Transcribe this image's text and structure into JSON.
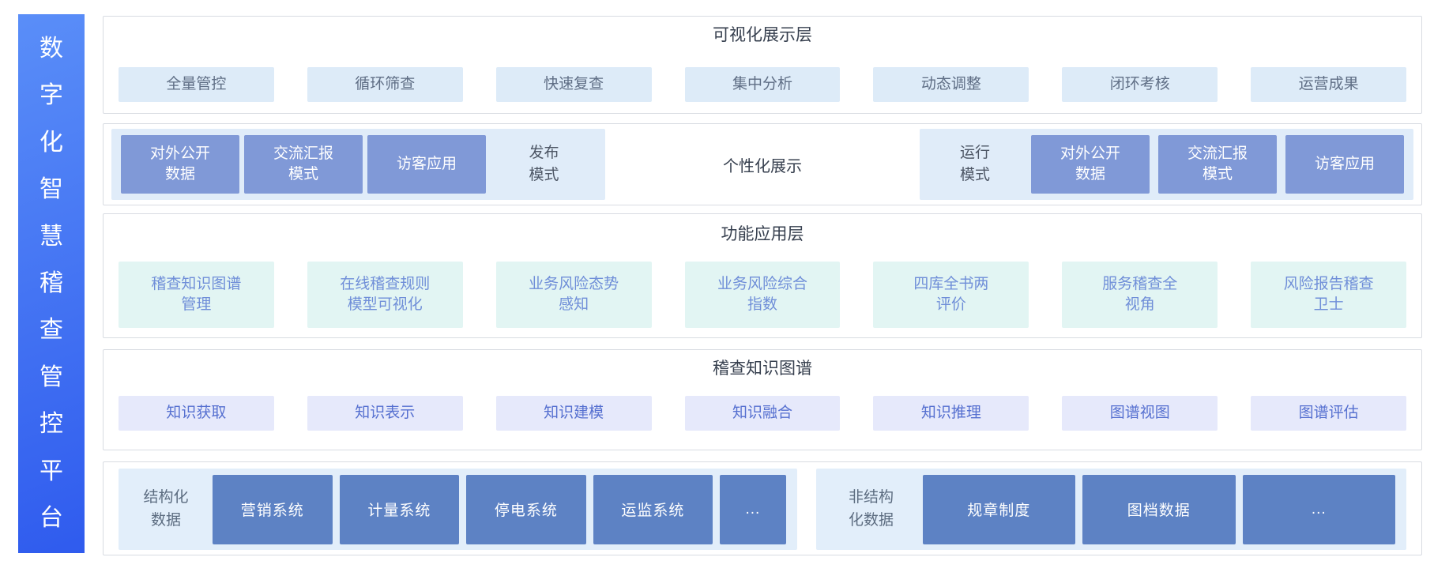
{
  "platform": {
    "title": "数字化智慧稽查管控平台"
  },
  "colors": {
    "sidebar_gradient_start": "#5a8ef8",
    "sidebar_gradient_end": "#2f5bee",
    "row_border": "#d8dce2",
    "chip_blue_bg": "#ddebf8",
    "chip_blue_text": "#5f6e85",
    "chip_mint_bg": "#e2f5f3",
    "chip_mint_text": "#6f8ed8",
    "chip_lavender_bg": "#e6e9fb",
    "chip_lavender_text": "#5670d0",
    "mode_container_bg": "#e0ecf9",
    "mode_box_bg": "#8099d7",
    "data_container_bg": "#e2eefa",
    "data_box_bg": "#5d82c4",
    "header_text": "#363f4e"
  },
  "visualization_layer": {
    "title": "可视化展示层",
    "items": [
      "全量管控",
      "循环筛查",
      "快速复查",
      "集中分析",
      "动态调整",
      "闭环考核",
      "运营成果"
    ]
  },
  "display_layer": {
    "publish_label": "发布\n模式",
    "publish_items": [
      "对外公开\n数据",
      "交流汇报\n模式",
      "访客应用"
    ],
    "center_label": "个性化展示",
    "run_label": "运行\n模式",
    "run_items": [
      "对外公开\n数据",
      "交流汇报\n模式",
      "访客应用"
    ]
  },
  "function_layer": {
    "title": "功能应用层",
    "items": [
      "稽查知识图谱\n管理",
      "在线稽查规则\n模型可视化",
      "业务风险态势\n感知",
      "业务风险综合\n指数",
      "四库全书两\n评价",
      "服务稽查全\n视角",
      "风险报告稽查\n卫士"
    ]
  },
  "knowledge_graph_layer": {
    "title": "稽查知识图谱",
    "items": [
      "知识获取",
      "知识表示",
      "知识建模",
      "知识融合",
      "知识推理",
      "图谱视图",
      "图谱评估"
    ]
  },
  "data_layer": {
    "structured_label": "结构化\n数据",
    "structured_items": [
      "营销系统",
      "计量系统",
      "停电系统",
      "运监系统",
      "..."
    ],
    "unstructured_label": "非结构\n化数据",
    "unstructured_items": [
      "规章制度",
      "图档数据",
      "..."
    ]
  }
}
